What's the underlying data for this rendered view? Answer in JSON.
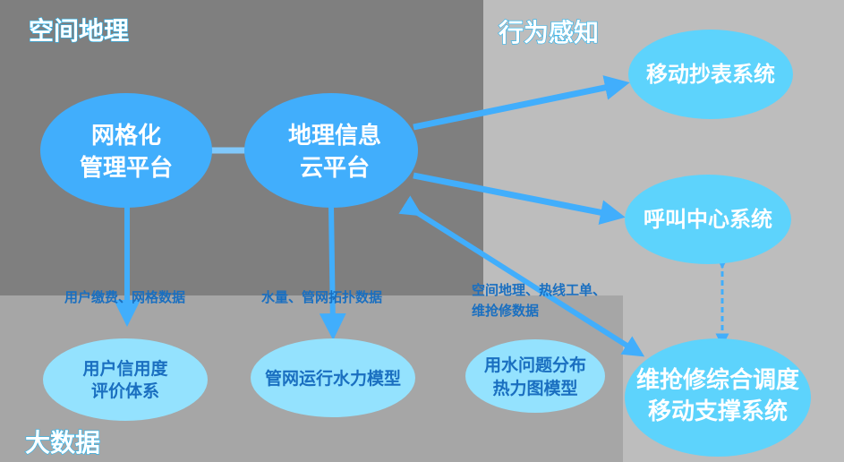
{
  "zones": {
    "spatial": "空间地理",
    "behavior": "行为感知",
    "bigdata": "大数据"
  },
  "nodes": {
    "grid_platform": [
      "网格化",
      "管理平台"
    ],
    "gis_cloud": [
      "地理信息",
      "云平台"
    ],
    "meter_reading": "移动抄表系统",
    "call_center": "呼叫中心系统",
    "repair_dispatch": [
      "维抢修综合调度",
      "移动支撑系统"
    ],
    "credit_eval": [
      "用户信用度",
      "评价体系"
    ],
    "hydraulic_model": "管网运行水力模型",
    "heatmap_model": [
      "用水问题分布",
      "热力图模型"
    ]
  },
  "edge_labels": {
    "billing": "用户缴费、网格数据",
    "network": "水量、管网拓扑数据",
    "repair": [
      "空间地理、热线工单、",
      "维抢修数据"
    ]
  },
  "colors": {
    "dark_zone": "#7f7f7f",
    "mid_zone": "#a6a6a6",
    "light_zone": "#bdbdbd",
    "primary": "#41aefc",
    "secondary": "#5dd3fc",
    "tertiary": "#94e2fe",
    "arrow": "#41aefc"
  }
}
